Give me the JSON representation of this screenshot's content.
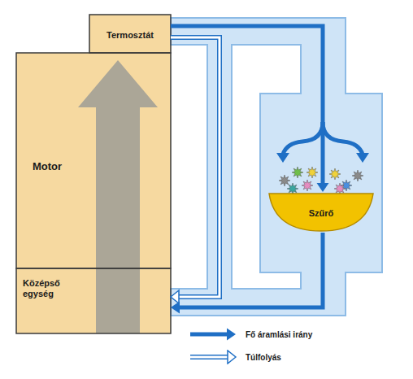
{
  "diagram": {
    "nodes": [
      {
        "text": [
          "Termosztát"
        ]
      },
      {
        "text": [
          "Motor"
        ]
      },
      {
        "text": [
          "Középső egység"
        ]
      },
      {
        "text": [
          "Szűrő"
        ]
      }
    ],
    "edges": [
      {
        "from": 0,
        "to": 3,
        "arrow": "to"
      },
      {
        "from": 3,
        "to": 2,
        "arrow": "to"
      },
      {
        "from": 0,
        "to": 2,
        "arrow": "to"
      }
    ],
    "legend": [
      {
        "text": "Fő áramlási irány"
      },
      {
        "text": "Túlfolyás"
      }
    ]
  }
}
